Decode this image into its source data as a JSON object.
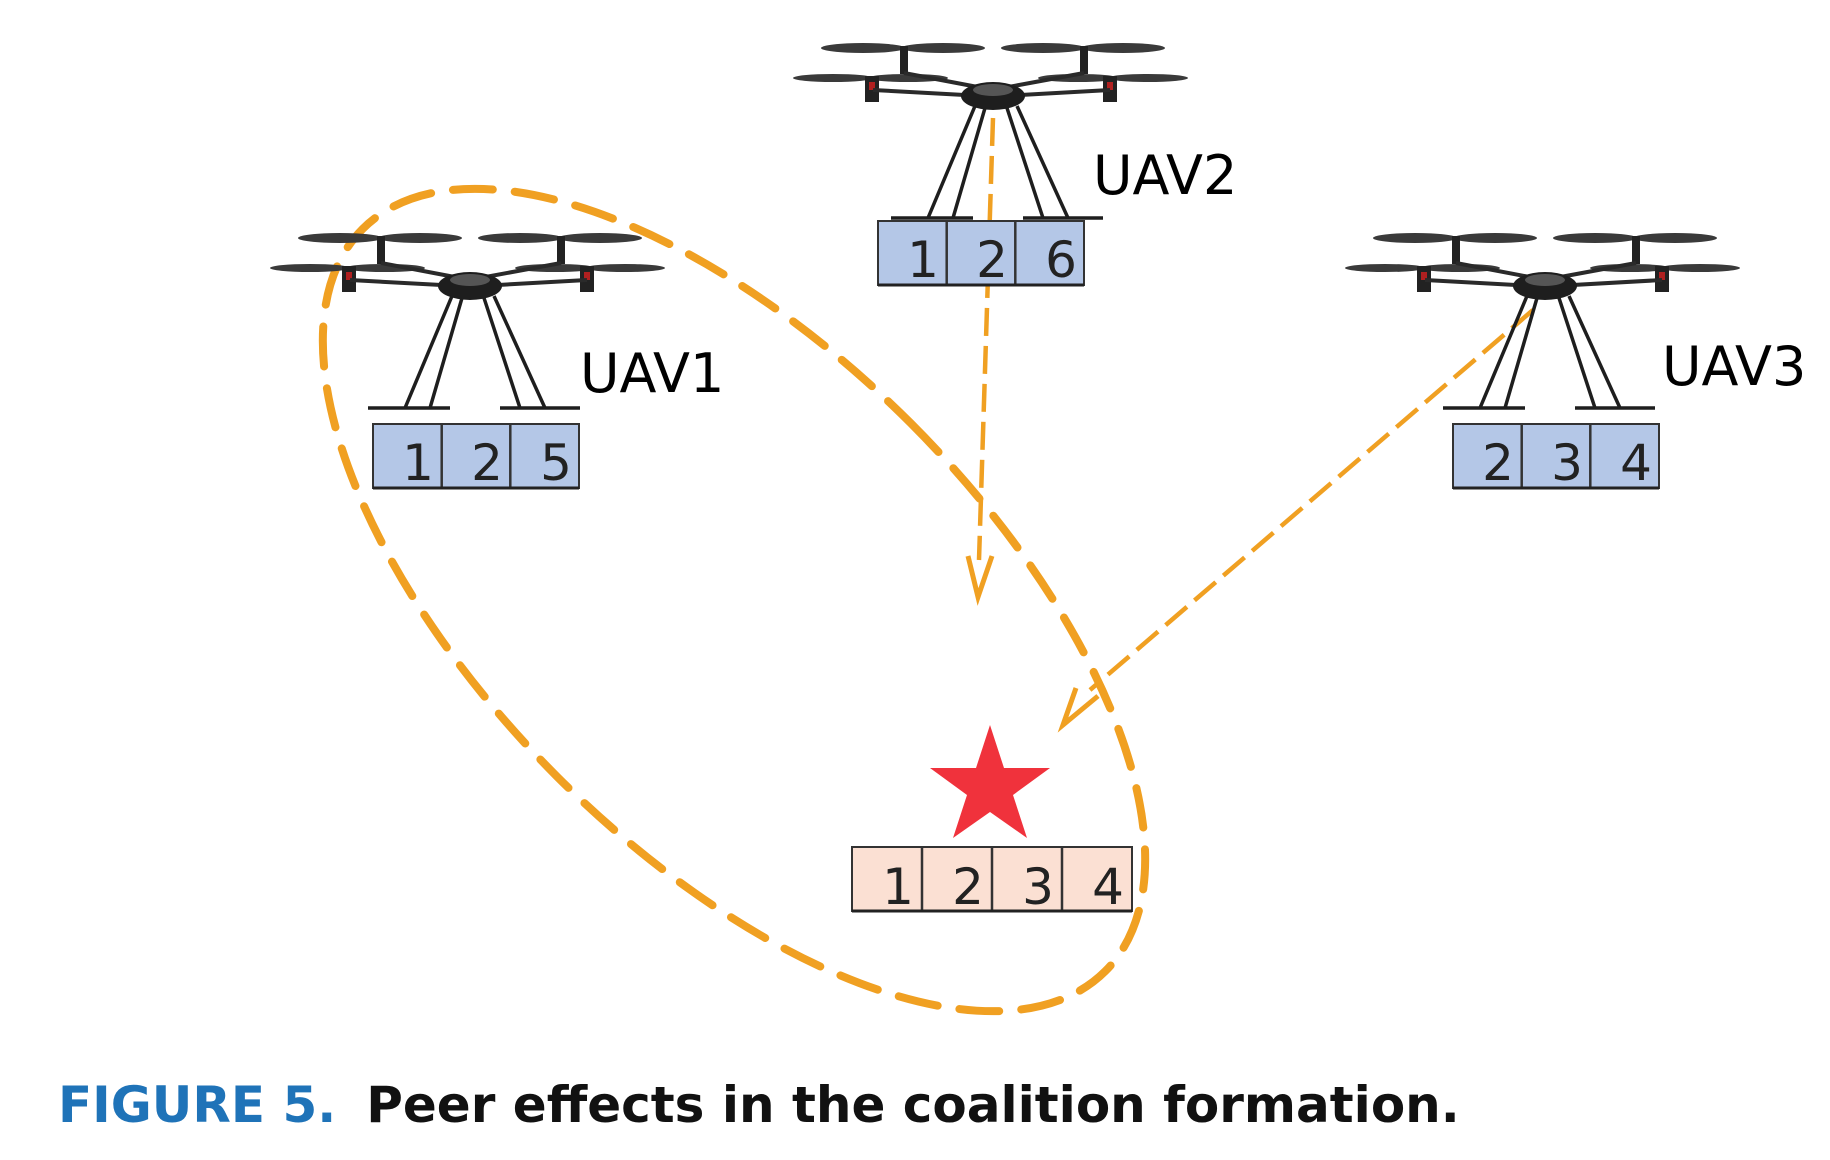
{
  "colors": {
    "accent_orange": "#f0a022",
    "uav_cell_fill": "#b4c7e7",
    "target_cell_fill": "#fbe0d3",
    "star_red": "#f0323c",
    "caption_label": "#1f73b8"
  },
  "uavs": [
    {
      "name": "UAV1",
      "tasks": [
        "1",
        "2",
        "5"
      ]
    },
    {
      "name": "UAV2",
      "tasks": [
        "1",
        "2",
        "6"
      ]
    },
    {
      "name": "UAV3",
      "tasks": [
        "2",
        "3",
        "4"
      ]
    }
  ],
  "target": {
    "icon": "red-star-icon",
    "tasks": [
      "1",
      "2",
      "3",
      "4"
    ]
  },
  "caption": {
    "label": "FIGURE 5.",
    "text": "Peer effects in the coalition formation."
  }
}
